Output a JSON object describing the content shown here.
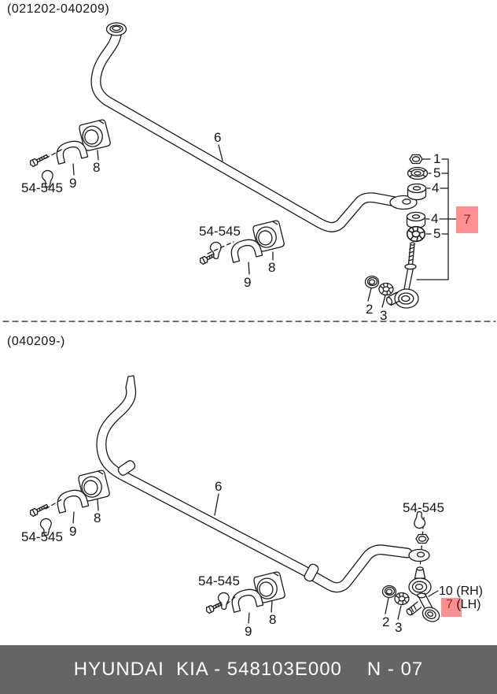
{
  "colors": {
    "line": "#1b1b1b",
    "highlight_bg": "#fc8f8f",
    "highlight_text": "#9b2b20",
    "footer_bg": "#656565",
    "footer_text": "#ffffff"
  },
  "top_section": {
    "range_label": "(021202-040209)",
    "bar_label": "6",
    "clamp_left": {
      "ref": "54-545",
      "bracket": "9",
      "bushing": "8"
    },
    "clamp_mid": {
      "ref": "54-545",
      "bracket": "9",
      "bushing": "8"
    },
    "stack": {
      "nut": "1",
      "washer_top": "5",
      "bushing_top": "4",
      "bushing_bottom": "4",
      "washer_bottom": "5",
      "highlight": "7",
      "washer_small": "2",
      "washer_lock": "3"
    }
  },
  "bottom_section": {
    "range_label": "(040209-)",
    "bar_label": "6",
    "clamp_left": {
      "ref": "54-545",
      "bracket": "9",
      "bushing": "8"
    },
    "clamp_mid": {
      "ref": "54-545",
      "bracket": "9",
      "bushing": "8"
    },
    "link": {
      "ref": "54-545",
      "washer_small": "2",
      "washer_lock": "3",
      "rh_label": "10 (RH)",
      "lh_number": "7",
      "lh_suffix": " (LH)"
    }
  },
  "footer": {
    "brand_part": "HYUNDAI  KIA - 548103E000",
    "page": "N - 07"
  }
}
